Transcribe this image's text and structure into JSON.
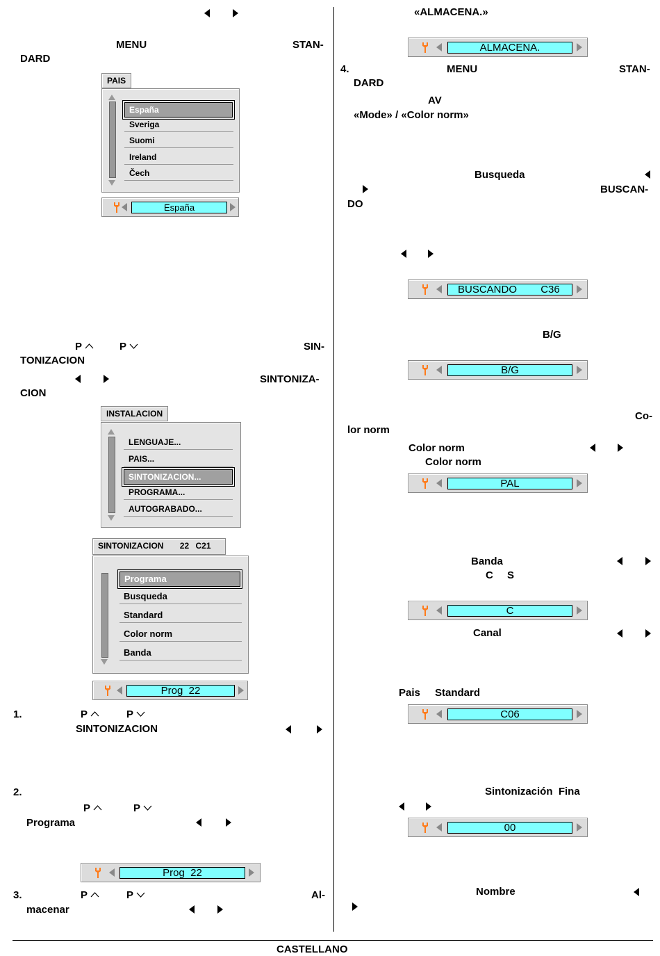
{
  "left": {
    "menu": "MENU",
    "stan": "STAN-",
    "dard": "DARD",
    "pais_menu": {
      "title": "PAIS",
      "items": [
        "España",
        "Sveriga",
        "Suomi",
        "Ireland",
        "Čech"
      ],
      "bar": "España"
    },
    "p_up": "P",
    "p_down": "P",
    "sin": "SIN-",
    "tonizacion": "TONIZACION",
    "sintoniza": "SINTONIZA-",
    "cion": "CION",
    "instalacion_menu": {
      "title": "INSTALACION",
      "items": [
        "LENGUAJE...",
        "PAIS...",
        "SINTONIZACION...",
        "PROGRAMA...",
        "AUTOGRABADO..."
      ]
    },
    "sint_menu": {
      "title": "SINTONIZACION",
      "prog": "22",
      "chan": "C21",
      "items": [
        "Programa",
        "Busqueda",
        "Standard",
        "Color norm",
        "Banda"
      ],
      "bar": "Prog  22"
    },
    "step1": {
      "num": "1.",
      "p_up": "P",
      "p_down": "P",
      "word": "SINTONIZACION"
    },
    "step2": {
      "num": "2.",
      "p_up": "P",
      "p_down": "P",
      "word": "Programa",
      "bar": "Prog  22"
    },
    "step3": {
      "num": "3.",
      "p_up": "P",
      "p_down": "P",
      "al": "Al-",
      "word": "macenar"
    }
  },
  "right": {
    "almacena_q": "«ALMACENA.»",
    "almacena_bar": "ALMACENA.",
    "step4": {
      "num": "4.",
      "menu": "MENU",
      "stan": "STAN-",
      "dard": "DARD",
      "av": "AV",
      "mode": "«Mode» / «Color norm»"
    },
    "busqueda": "Busqueda",
    "buscan": "BUSCAN-",
    "do": "DO",
    "buscando_bar": {
      "label": "BUSCANDO",
      "chan": "C36"
    },
    "bg": "B/G",
    "bg_bar": "B/G",
    "co": "Co-",
    "lor_norm": "lor norm",
    "color_norm1": "Color norm",
    "color_norm2": "Color norm",
    "pal_bar": "PAL",
    "banda": "Banda",
    "c": "C",
    "s": "S",
    "c_bar": "C",
    "canal": "Canal",
    "pais": "Pais",
    "standard": "Standard",
    "c06_bar": "C06",
    "fina": "Sintonización  Fina",
    "fina_bar": "00",
    "nombre": "Nombre"
  },
  "footer": "CASTELLANO",
  "colors": {
    "field": "#80ffff",
    "wrench": "#ff7b1a",
    "panel": "#e4e4e4",
    "selected": "#a0a0a0"
  }
}
